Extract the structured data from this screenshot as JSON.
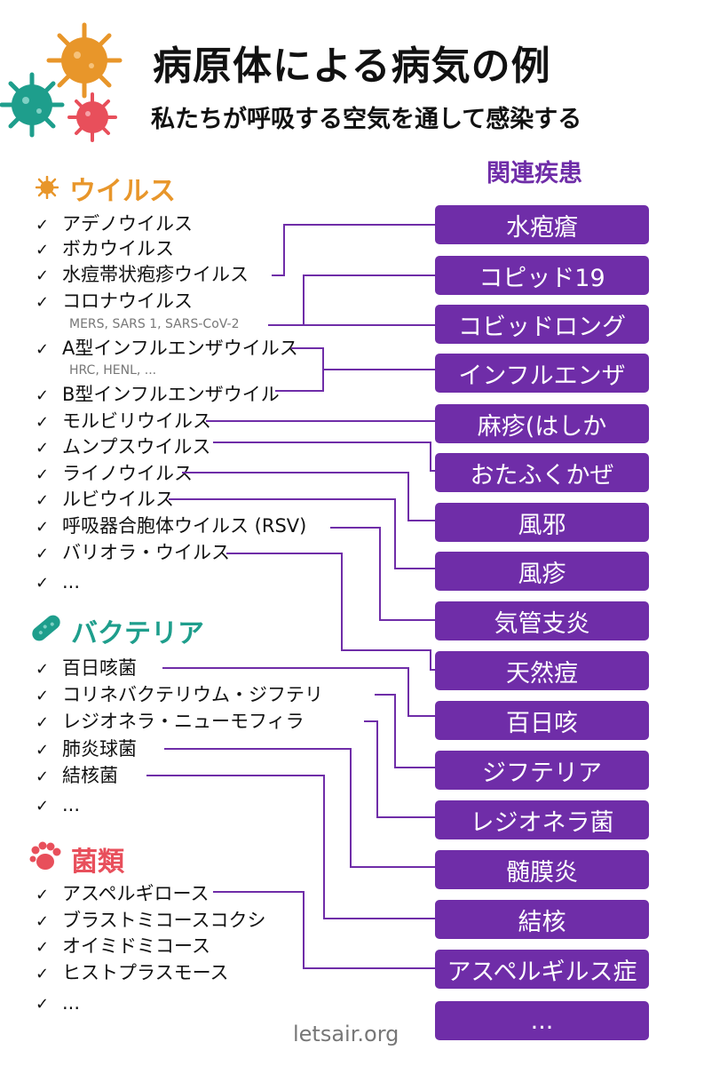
{
  "title": "病原体による病気の例",
  "subtitle": "私たちが呼吸する空気を通して感染する",
  "related_header": "関連疾患",
  "colors": {
    "purple": "#6f2da8",
    "virus": "#e8962a",
    "bacteria": "#1e9e8c",
    "fungi": "#e84f5b"
  },
  "virus": {
    "header": "ウイルス",
    "items": [
      "アデノウイルス",
      "ボカウイルス",
      "水痘帯状疱疹ウイルス",
      "コロナウイルス",
      "A型インフルエンザウイルス",
      "B型インフルエンザウイル",
      "モルビリウイルス",
      "ムンプスウイルス",
      "ライノウイルス",
      "ルビウイルス",
      "呼吸器合胞体ウイルス (RSV)",
      "バリオラ・ウイルス",
      "..."
    ],
    "corona_sub": "MERS, SARS 1, SARS-CoV-2",
    "flu_sub": "HRC, HENL, ..."
  },
  "bacteria": {
    "header": "バクテリア",
    "items": [
      "百日咳菌",
      "コリネバクテリウム・ジフテリ",
      "レジオネラ・ニューモフィラ",
      "肺炎球菌",
      "結核菌",
      "..."
    ]
  },
  "fungi": {
    "header": "菌類",
    "items": [
      "アスペルギロース",
      "ブラストミコースコクシ",
      "オイミドミコース",
      "ヒストプラスモース",
      "..."
    ]
  },
  "diseases": [
    "水疱瘡",
    "コピッド19",
    "コビッドロング",
    "インフルエンザ",
    "麻疹(はしか",
    "おたふくかぜ",
    "風邪",
    "風疹",
    "気管支炎",
    "天然痘",
    "百日咳",
    "ジフテリア",
    "レジオネラ菌",
    "髄膜炎",
    "結核",
    "アスペルギルス症",
    "..."
  ],
  "check_mark": "✓",
  "footer": "letsair.org"
}
